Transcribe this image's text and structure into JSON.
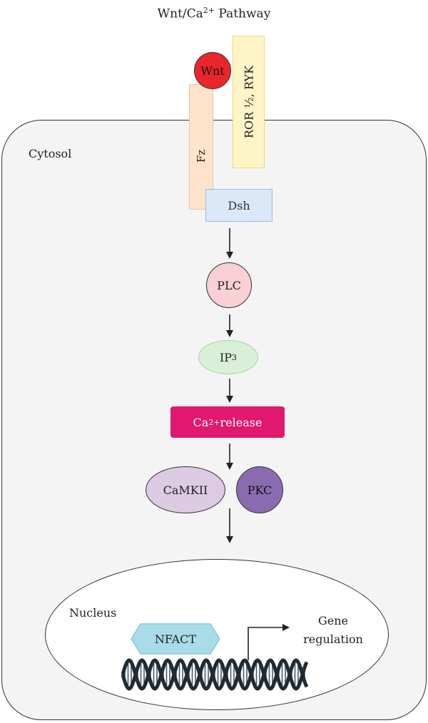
{
  "title": {
    "main": "Wnt/Ca",
    "sup": "2+",
    "rest": " Pathway"
  },
  "compartments": {
    "cytosol": "Cytosol",
    "nucleus": "Nucleus"
  },
  "receptors": {
    "wnt": "Wnt",
    "fz": "Fz",
    "ror": "ROR ½, RYK"
  },
  "nodes": {
    "dsh": "Dsh",
    "plc": "PLC",
    "ip3_main": "IP",
    "ip3_sub": "3",
    "ca_main": "Ca",
    "ca_sup": "2+",
    "ca_rest": " release",
    "camkii": "CaMKII",
    "pkc": "PKC",
    "nfact": "NFACT"
  },
  "gene": {
    "line1": "Gene",
    "line2": "regulation"
  },
  "colors": {
    "wnt": "#e8262b",
    "fz": "#fde3cc",
    "ror": "#fdf5c6",
    "dsh": "#dbe8f7",
    "plc": "#f9d0d4",
    "ip3": "#d9efd7",
    "ca_release": "#e0186e",
    "camkii": "#dccbe3",
    "pkc": "#8a6bb0",
    "nfact": "#a8dce8",
    "dna": "#1f2a33"
  }
}
